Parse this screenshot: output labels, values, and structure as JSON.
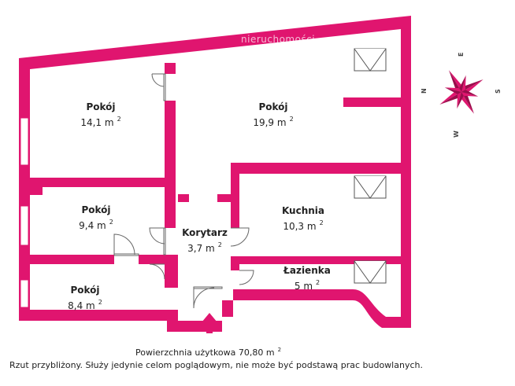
{
  "watermark": "nieruchomości",
  "rooms": [
    {
      "id": "pokoj-1",
      "name": "Pokój",
      "area": "14,1 m",
      "unit_exp": "2"
    },
    {
      "id": "pokoj-2",
      "name": "Pokój",
      "area": "19,9 m",
      "unit_exp": "2"
    },
    {
      "id": "pokoj-3",
      "name": "Pokój",
      "area": "9,4 m",
      "unit_exp": "2"
    },
    {
      "id": "korytarz",
      "name": "Korytarz",
      "area": "3,7 m",
      "unit_exp": "2"
    },
    {
      "id": "kuchnia",
      "name": "Kuchnia",
      "area": "10,3 m",
      "unit_exp": "2"
    },
    {
      "id": "lazienka",
      "name": "Łazienka",
      "area": "5 m",
      "unit_exp": "2"
    },
    {
      "id": "pokoj-4",
      "name": "Pokój",
      "area": "8,4 m",
      "unit_exp": "2"
    }
  ],
  "compass": {
    "n": "N",
    "e": "E",
    "s": "S",
    "w": "W"
  },
  "footer": {
    "total_area": "Powierzchnia użytkowa 70,80 m",
    "total_exp": "2",
    "disclaimer": "Rzut przybliżony. Służy jedynie celom poglądowym, nie może być podstawą prac budowlanych."
  },
  "colors": {
    "wall": "#e0156f",
    "fixture": "#555555",
    "door": "#666666"
  }
}
